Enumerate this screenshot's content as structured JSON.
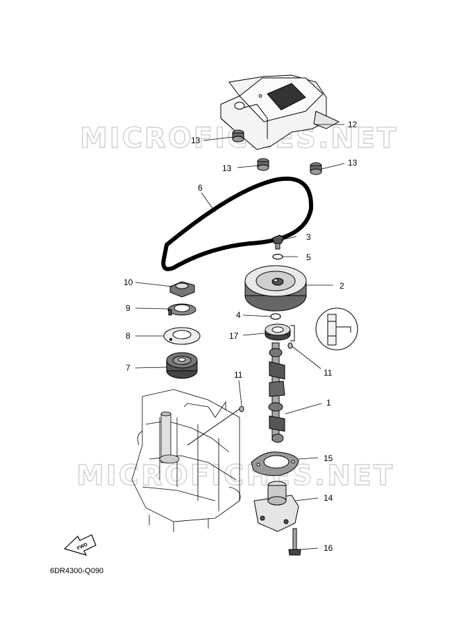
{
  "watermark": "MICROFICHES.NET",
  "diagram_code": "6DR4300-Q090",
  "fwd_label": "FWD",
  "callouts": {
    "c1": "1",
    "c2": "2",
    "c3": "3",
    "c4": "4",
    "c5": "5",
    "c6": "6",
    "c7": "7",
    "c8": "8",
    "c9": "9",
    "c10": "10",
    "c11a": "11",
    "c11b": "11",
    "c12": "12",
    "c13a": "13",
    "c13b": "13",
    "c13c": "13",
    "c14": "14",
    "c15": "15",
    "c16": "16",
    "c17": "17"
  }
}
